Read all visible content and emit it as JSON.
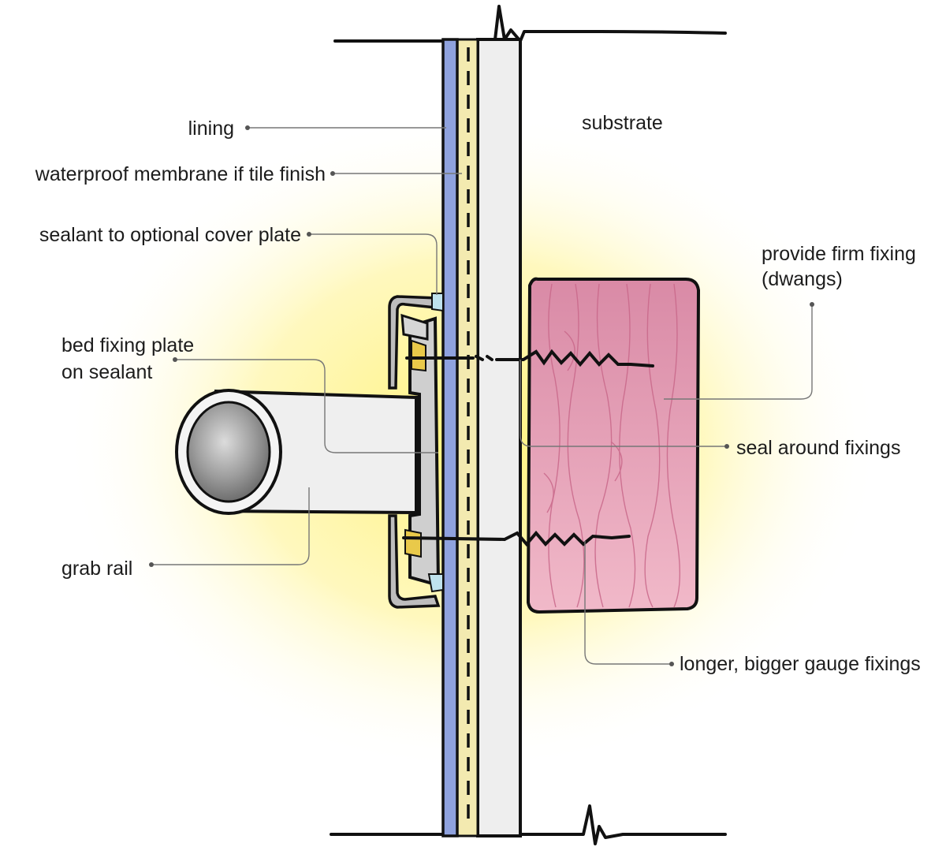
{
  "labels": {
    "lining": "lining",
    "waterproof_membrane": "waterproof membrane if tile finish",
    "sealant_cover_plate": "sealant to optional cover plate",
    "bed_fixing_plate_line1": "bed fixing plate",
    "bed_fixing_plate_line2": "on sealant",
    "grab_rail": "grab rail",
    "substrate": "substrate",
    "firm_fixing_line1": "provide firm fixing",
    "firm_fixing_line2": "(dwangs)",
    "seal_around_fixings": "seal around fixings",
    "longer_fixings": "longer, bigger gauge fixings"
  },
  "colors": {
    "glow": "#fff27a",
    "lining": "#8fa2de",
    "membrane": "#f3eab0",
    "substrate": "#eeeeee",
    "dwang": "#e7a3b9",
    "rail": "#efefef",
    "sealant_blue": "#bfe3ee",
    "sealant_yellow": "#e9c94a"
  }
}
